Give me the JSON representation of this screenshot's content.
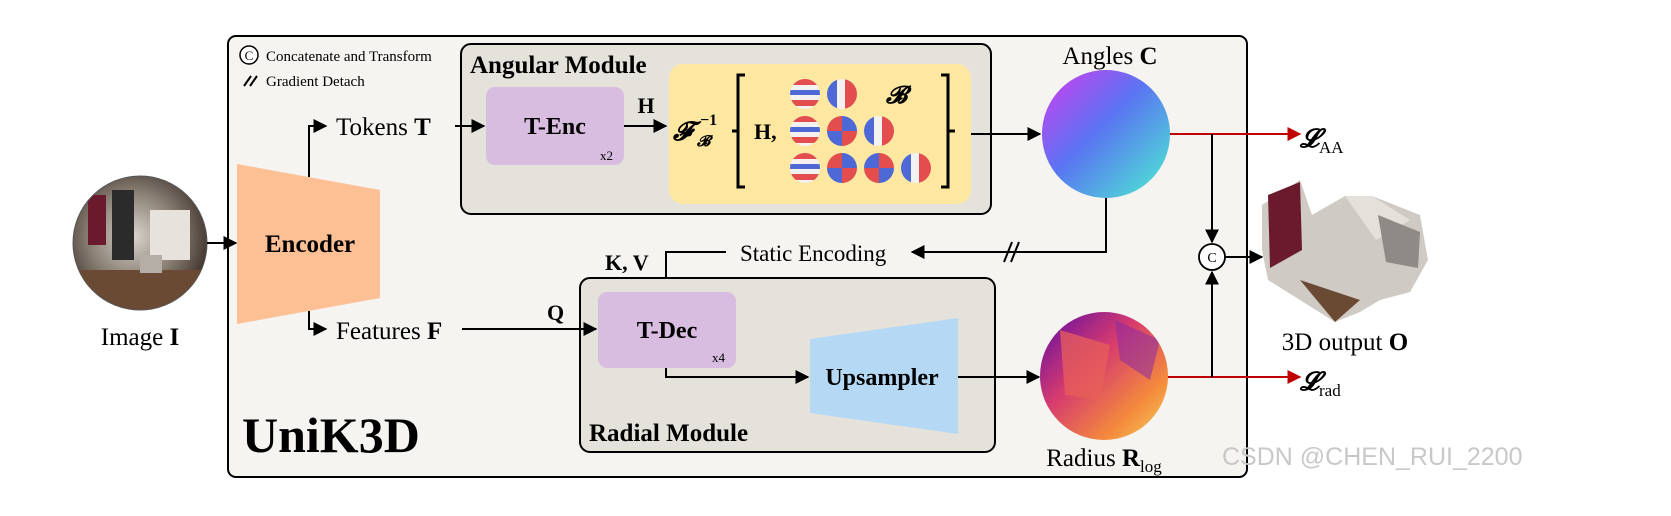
{
  "legend": {
    "concat_symbol": "C",
    "concat_text": "Concatenate and Transform",
    "detach_text": "Gradient Detach"
  },
  "title": "UniK3D",
  "image_label": {
    "main": "Image ",
    "bold": "I"
  },
  "encoder_label": "Encoder",
  "tokens_label": {
    "main": "Tokens ",
    "bold": "T"
  },
  "features_label": {
    "main": "Features ",
    "bold": "F"
  },
  "angular_module": {
    "title": "Angular Module",
    "tenc": "T-Enc",
    "tenc_repeat": "x2",
    "h_label": "H",
    "sh_math": {
      "f": "𝓕",
      "sub": "𝓑",
      "sup": "−1",
      "h": "H,",
      "b": "𝓑"
    }
  },
  "angles_label": {
    "main": "Angles ",
    "bold": "C"
  },
  "static_encoding": "Static Encoding",
  "kv_label": "K, V",
  "q_label": "Q",
  "radial_module": {
    "title": "Radial Module",
    "tdec": "T-Dec",
    "tdec_repeat": "x4",
    "upsampler": "Upsampler"
  },
  "radius_label": {
    "main": "Radius ",
    "bold": "R",
    "sub": "log"
  },
  "concat_node": "C",
  "loss_aa": {
    "sym": "𝓛",
    "sub": "AA"
  },
  "loss_rad": {
    "sym": "𝓛",
    "sub": "rad"
  },
  "output_label": {
    "main": "3D output ",
    "bold": "O"
  },
  "watermark": "CSDN @CHEN_RUI_2200",
  "colors": {
    "encoder": "#fdbf94",
    "tblock": "#d9bde0",
    "upsampler": "#b5d9f5",
    "sh_panel": "#fde7a1",
    "module_bg": "#e5e2dc",
    "frame_bg": "#f5f4f0",
    "loss_arrow": "#c00000"
  }
}
